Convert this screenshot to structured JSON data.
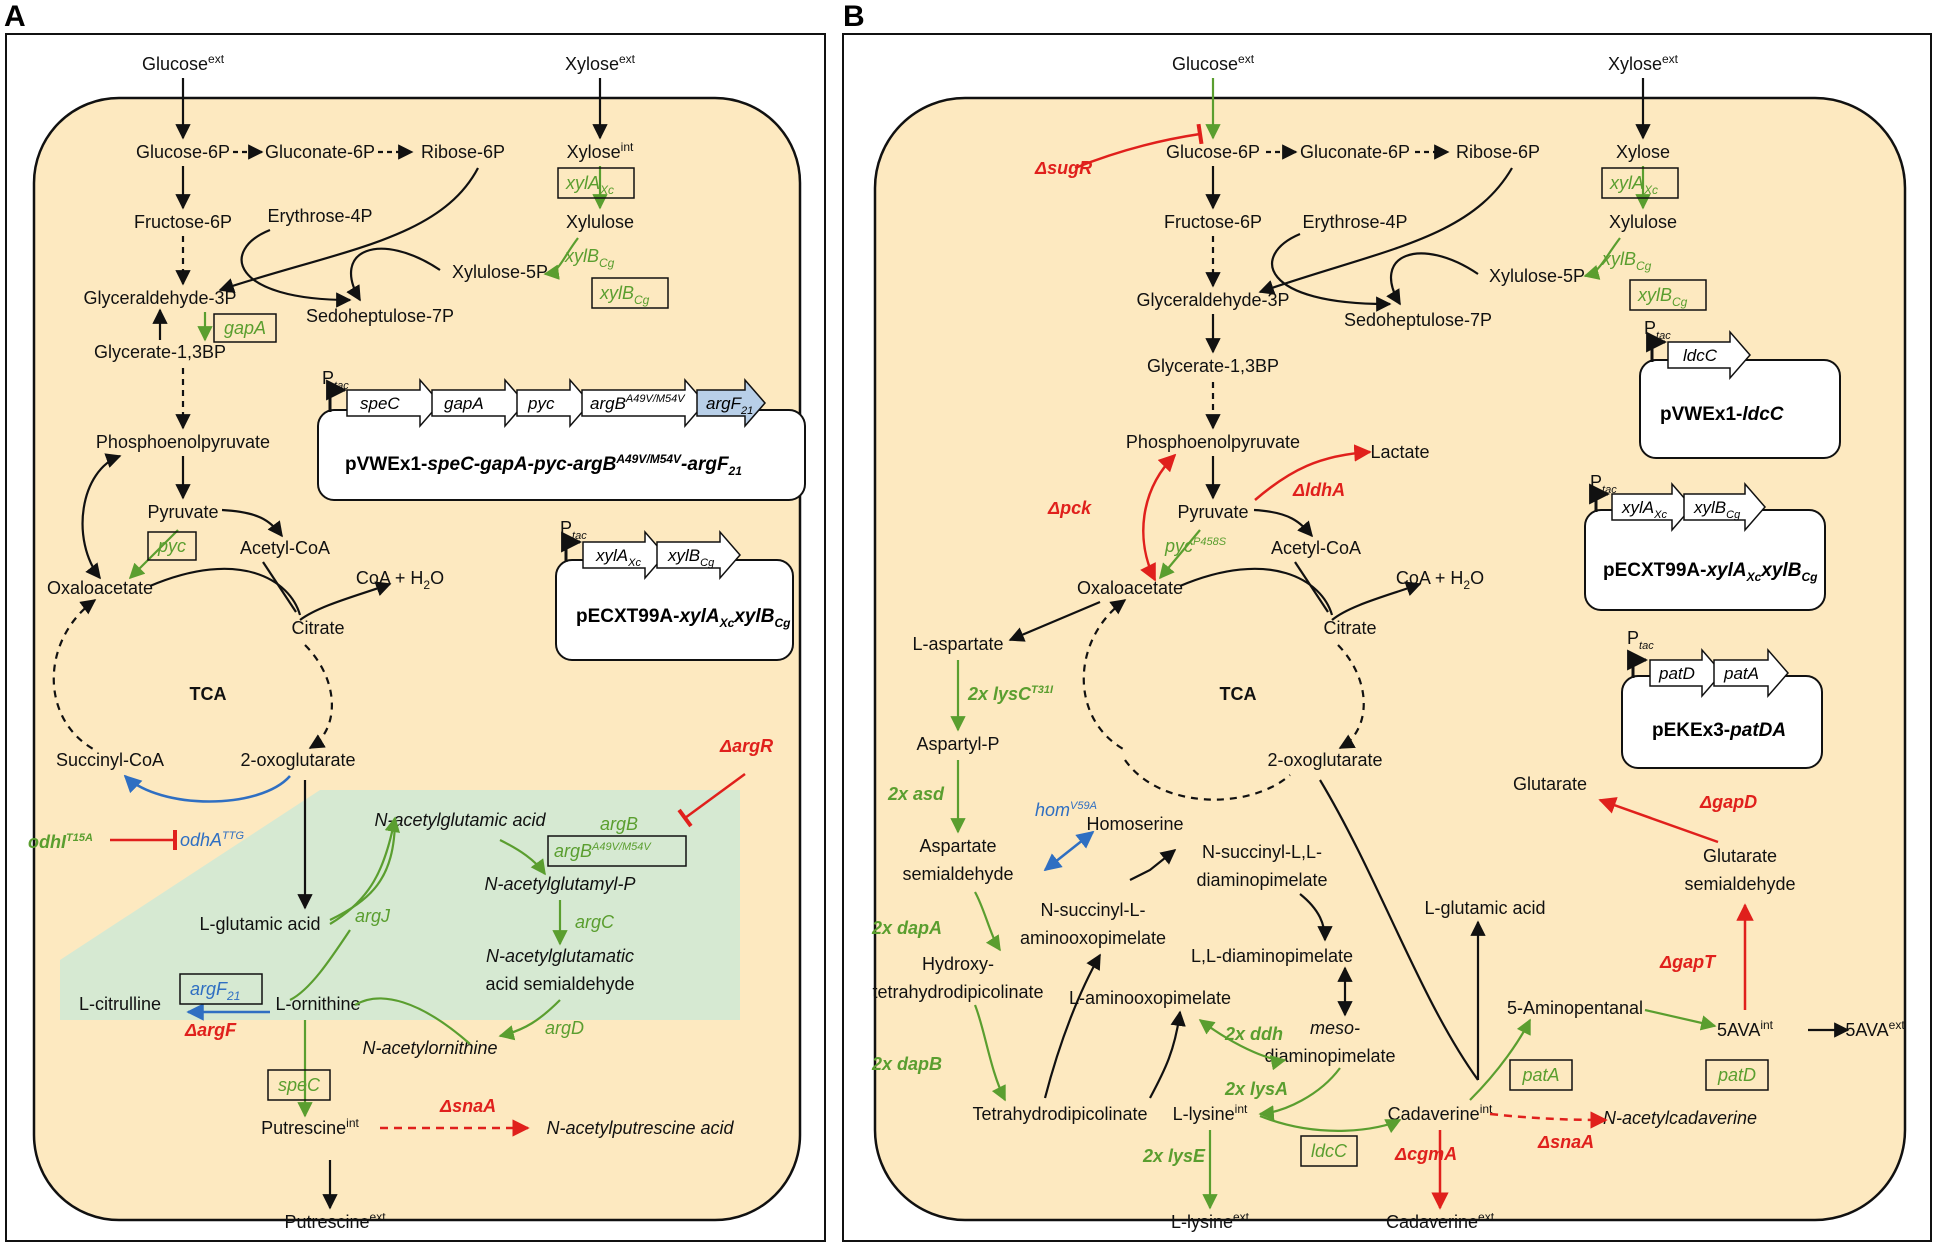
{
  "panel_a": {
    "letter": "A",
    "nodes": {
      "glucose_ext": "Glucose",
      "xylose_ext": "Xylose",
      "glucose6p": "Glucose-6P",
      "gluconate6p": "Gluconate-6P",
      "ribose6p": "Ribose-6P",
      "xylose_int": "Xylose",
      "fructose6p": "Fructose-6P",
      "erythrose4p": "Erythrose-4P",
      "xylulose": "Xylulose",
      "xylulose5p": "Xylulose-5P",
      "glyceraldehyde3p": "Glyceraldehyde-3P",
      "sedoheptulose7p": "Sedoheptulose-7P",
      "glycerate13bp": "Glycerate-1,3BP",
      "pep": "Phosphoenolpyruvate",
      "pyruvate": "Pyruvate",
      "acetylcoa": "Acetyl-CoA",
      "oxaloacetate": "Oxaloacetate",
      "coa_h2o": "CoA + H",
      "coa_h2o_suffix": "O",
      "citrate": "Citrate",
      "tca": "TCA",
      "succinylcoa": "Succinyl-CoA",
      "oxoglutarate": "2-oxoglutarate",
      "acetylglutamic": "N-acetylglutamic acid",
      "acetylglutamyl": "N-acetylglutamyl-P",
      "acetylglutamatic1": "N-acetylglutamatic",
      "acetylglutamatic2": "acid semialdehyde",
      "glutamic": "L-glutamic acid",
      "citrulline": "L-citrulline",
      "ornithine": "L-ornithine",
      "acetylornithine": "N-acetylornithine",
      "putrescine_int": "Putrescine",
      "acetylputrescine": "N-acetylputrescine acid",
      "putrescine_ext": "Putrescine"
    },
    "sup": {
      "ext": "ext",
      "int": "int"
    },
    "genes": {
      "xylA": "xylA",
      "xylA_sub": "Xc",
      "xylB": "xylB",
      "xylB_sub": "Cg",
      "gapA": "gapA",
      "pyc": "pyc",
      "argB": "argB",
      "argB_box": "argB",
      "argB_sup": "A49V/M54V",
      "argC": "argC",
      "argJ": "argJ",
      "argD": "argD",
      "argF": "argF",
      "argF_sub": "21",
      "speC": "speC",
      "odhA": "odhA",
      "odhA_sup": "TTG",
      "odhI": "odhI",
      "odhI_sup": "T15A"
    },
    "deletions": {
      "argR": "ΔargR",
      "argF": "ΔargF",
      "snaA": "ΔsnaA"
    },
    "plasmids": {
      "ptac": "P",
      "ptac_sub": "tac",
      "p1_genes": [
        "speC",
        "gapA",
        "pyc",
        "argB",
        "argF"
      ],
      "p1_sup": "A49V/M54V",
      "p1_sub": "21",
      "p1_name_a": "pVWEx1-",
      "p1_name_b": "speC-gapA-pyc-argB",
      "p1_name_sup": "A49V/M54V",
      "p1_name_c": "-argF",
      "p1_name_sub": "21",
      "p2_genes": [
        "xylA",
        "xylB"
      ],
      "p2_name_a": "pECXT99A-",
      "p2_name_b": "xylA",
      "p2_name_sub1": "Xc",
      "p2_name_c": "xylB",
      "p2_name_sub2": "Cg"
    }
  },
  "panel_b": {
    "letter": "B",
    "nodes": {
      "glucose_ext": "Glucose",
      "xylose_ext": "Xylose",
      "glucose6p": "Glucose-6P",
      "gluconate6p": "Gluconate-6P",
      "ribose6p": "Ribose-6P",
      "xylose": "Xylose",
      "fructose6p": "Fructose-6P",
      "erythrose4p": "Erythrose-4P",
      "xylulose": "Xylulose",
      "xylulose5p": "Xylulose-5P",
      "glyceraldehyde3p": "Glyceraldehyde-3P",
      "sedoheptulose7p": "Sedoheptulose-7P",
      "glycerate13bp": "Glycerate-1,3BP",
      "pep": "Phosphoenolpyruvate",
      "lactate": "Lactate",
      "pyruvate": "Pyruvate",
      "acetylcoa": "Acetyl-CoA",
      "oxaloacetate": "Oxaloacetate",
      "coa_h2o": "CoA + H",
      "coa_h2o_suffix": "O",
      "citrate": "Citrate",
      "aspartate": "L-aspartate",
      "tca": "TCA",
      "aspartylp": "Aspartyl-P",
      "oxoglutarate": "2-oxoglutarate",
      "glutarate": "Glutarate",
      "homoserine": "Homoserine",
      "aspsemi1": "Aspartate",
      "aspsemi2": "semialdehyde",
      "nsucc1": "N-succinyl-L,L-",
      "nsucc2": "diaminopimelate",
      "nsuccamino1": "N-succinyl-L-",
      "nsuccamino2": "aminooxopimelate",
      "lldiamino": "L,L-diaminopimelate",
      "glutarate_semi1": "Glutarate",
      "glutarate_semi2": "semialdehyde",
      "glutamic": "L-glutamic acid",
      "hydroxy1": "Hydroxy-",
      "hydroxy2": "tetrahydrodipicolinate",
      "laminooxo": "L-aminooxopimelate",
      "meso1": "meso-",
      "meso2": "diaminopimelate",
      "aminopentanal": "5-Aminopentanal",
      "sava_int": "5AVA",
      "sava_ext": "5AVA",
      "thdp": "Tetrahydrodipicolinate",
      "lysine_int": "L-lysine",
      "cadaverine_int": "Cadaverine",
      "acetylcadaverine": "N-acetylcadaverine",
      "lysine_ext": "L-lysine",
      "cadaverine_ext": "Cadaverine"
    },
    "sup": {
      "ext": "ext",
      "int": "int"
    },
    "genes": {
      "xylA": "xylA",
      "xylA_sub": "Xc",
      "xylB": "xylB",
      "xylB_sub": "Cg",
      "pyc": "pyc",
      "pyc_sup": "P458S",
      "lysC": "2x lysC",
      "lysC_sup": "T31I",
      "asd": "2x asd",
      "hom": "hom",
      "hom_sup": "V59A",
      "dapA": "2x dapA",
      "dapB": "2x dapB",
      "ddh": "2x ddh",
      "lysA": "2x lysA",
      "lysE": "2x lysE",
      "ldcC": "ldcC",
      "patA": "patA",
      "patD": "patD"
    },
    "deletions": {
      "sugR": "ΔsugR",
      "pck": "Δpck",
      "ldhA": "ΔldhA",
      "gapD": "ΔgapD",
      "gapT": "ΔgapT",
      "snaA": "ΔsnaA",
      "cgmA": "ΔcgmA"
    },
    "plasmids": {
      "ptac": "P",
      "ptac_sub": "tac",
      "p1_gene": "ldcC",
      "p1_name_a": "pVWEx1-",
      "p1_name_b": "ldcC",
      "p2_genes": [
        "xylA",
        "xylB"
      ],
      "p2_name_a": "pECXT99A-",
      "p2_name_b": "xylA",
      "p2_name_sub1": "Xc",
      "p2_name_c": "xylB",
      "p2_name_sub2": "Cg",
      "p3_genes": [
        "patD",
        "patA"
      ],
      "p3_name_a": "pEKEx3-",
      "p3_name_b": "patDA"
    }
  },
  "colors": {
    "cell": "#fde9c0",
    "green_region": "#d6e9d2",
    "green": "#5a9e2f",
    "red": "#e0201c",
    "blue": "#2f6fc2",
    "argF_fill": "#b8cfe8"
  }
}
